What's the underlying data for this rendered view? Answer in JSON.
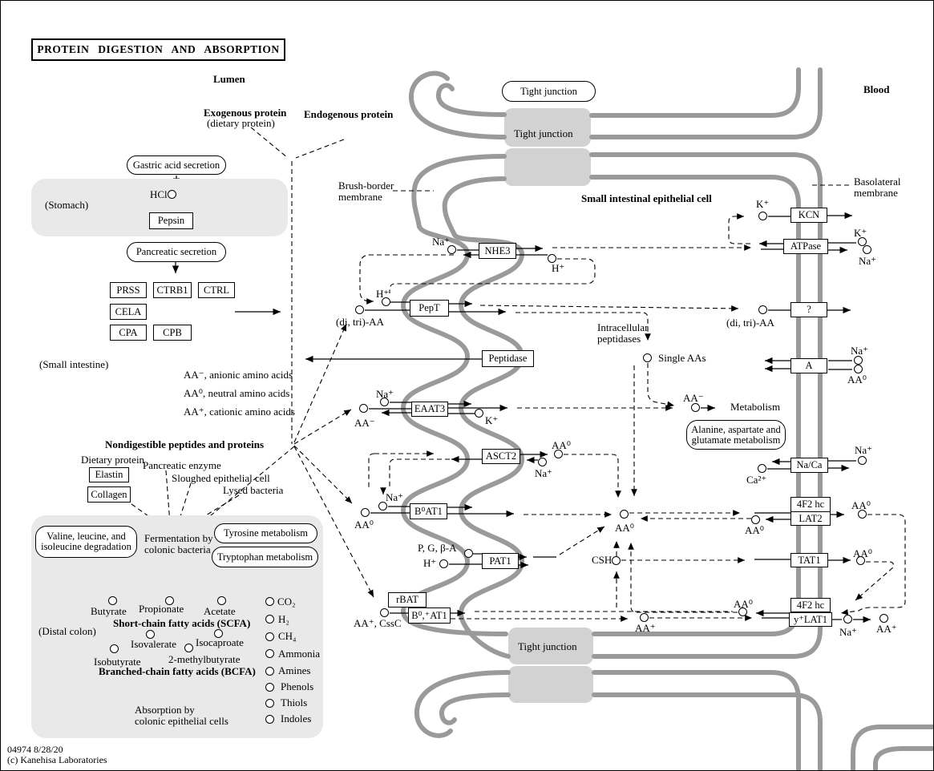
{
  "meta": {
    "title": "PROTEIN DIGESTION AND ABSORPTION",
    "map_id": "04974 8/28/20",
    "copyright": "(c) Kanehisa Laboratories"
  },
  "colors": {
    "membrane": "#9a9a9a",
    "tight_junction_fill": "#d2d2d2",
    "organ_fill": "#e9e9e9",
    "line": "#000000",
    "node_fill": "#ffffff"
  },
  "compartments": {
    "lumen": "Lumen",
    "blood": "Blood",
    "stomach": "(Stomach)",
    "small_intestine": "(Small intestine)",
    "distal_colon": "(Distal colon)",
    "cell": "Small intestinal epithelial cell",
    "brush_border": "Brush-border\nmembrane",
    "basolateral": "Basolateral\nmembrane",
    "tight_junction": "Tight junction"
  },
  "headers": {
    "exogenous": "Exogenous protein",
    "dietary_sub": "(dietary protein)",
    "endogenous": "Endogenous protein",
    "nondigestible": "Nondigestible peptides and proteins",
    "scfa": "Short-chain fatty acids (SCFA)",
    "bcfa": "Branched-chain fatty acids (BCFA)"
  },
  "legend": {
    "anionic": "AA⁻, anionic amino acids",
    "neutral": "AA⁰, neutral amino acids",
    "cationic": "AA⁺, cationic amino acids"
  },
  "processes": {
    "gastric": "Gastric acid secretion",
    "pancreatic": "Pancreatic secretion",
    "valine": "Valine, leucine, and\nisoleucine degradation",
    "tyrosine": "Tyrosine metabolism",
    "tryptophan": "Tryptophan metabolism",
    "alanine": "Alanine, aspartate and\nglutamate metabolism",
    "fermentation": "Fermentation by\ncolonic bacteria",
    "absorption": "Absorption by\ncolonic epithelial cells",
    "metabolism": "Metabolism",
    "intracellular": "Intracellular\npeptidases"
  },
  "genes": {
    "pepsin": "Pepsin",
    "prss": "PRSS",
    "ctrb1": "CTRB1",
    "ctrl": "CTRL",
    "cela": "CELA",
    "cpa": "CPA",
    "cpb": "CPB",
    "elastin": "Elastin",
    "collagen": "Collagen",
    "nhe3": "NHE3",
    "pept": "PepT",
    "peptidase": "Peptidase",
    "eaat3": "EAAT3",
    "asct2": "ASCT2",
    "b0at1": "B⁰AT1",
    "pat1": "PAT1",
    "rbat": "rBAT",
    "b0plusat1": "B⁰,⁺AT1",
    "kcn": "KCN",
    "atpase": "ATPase",
    "unknown": "?",
    "a": "A",
    "naca": "Na/Ca",
    "f4f2": "4F2 hc",
    "lat2": "LAT2",
    "tat1": "TAT1",
    "ylat1": "y⁺LAT1"
  },
  "metabolites": {
    "hcl": "HCl",
    "na": "Na⁺",
    "h": "H⁺",
    "k": "K⁺",
    "ca": "Ca²⁺",
    "aa0": "AA⁰",
    "aaminus": "AA⁻",
    "aaplus": "AA⁺",
    "ditri": "(di, tri)-AA",
    "aacssc": "AA⁺, CssC",
    "pgba": "P, G, β-A",
    "csh": "CSH",
    "single": "Single AAs",
    "dietary_protein": "Dietary protein",
    "panc_enzyme": "Pancreatic enzyme",
    "sloughed": "Sloughed epithelial cell",
    "lysed": "Lysed bacteria",
    "butyrate": "Butyrate",
    "propionate": "Propionate",
    "acetate": "Acetate",
    "isovalerate": "Isovalerate",
    "isocaproate": "Isocaproate",
    "isobutyrate": "Isobutyrate",
    "methylbutyrate": "2-methylbutyrate",
    "co2": "CO₂",
    "h2": "H₂",
    "ch4": "CH₄",
    "ammonia": "Ammonia",
    "amines": "Amines",
    "phenols": "Phenols",
    "thiols": "Thiols",
    "indoles": "Indoles"
  }
}
